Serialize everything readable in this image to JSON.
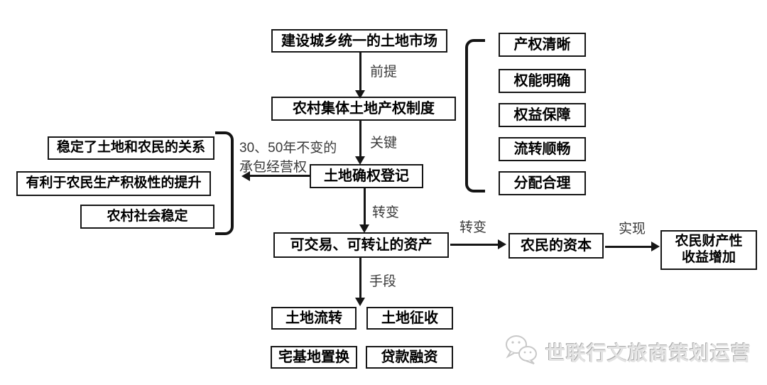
{
  "canvas": {
    "background": "#ffffff",
    "line_color": "#161616"
  },
  "nodes": {
    "land_market": "建设城乡统一的土地市场",
    "property_system": "农村集体土地产权制度",
    "registration": "土地确权登记",
    "tradable_asset": "可交易、可转让的资产",
    "farmer_capital": "农民的资本",
    "income_line1": "农民财产性",
    "income_line2": "收益增加",
    "left_outcomes": [
      "稳定了土地和农民的关系",
      "有利于农民生产积极性的提升",
      "农村社会稳定"
    ],
    "right_principles": [
      "产权清晰",
      "权能明确",
      "权益保障",
      "流转顺畅",
      "分配合理"
    ],
    "means_boxes": [
      "土地流转",
      "土地征收",
      "宅基地置换",
      "贷款融资"
    ]
  },
  "labels": {
    "premise": "前提",
    "key": "关键",
    "transform_down": "转变",
    "transform_right": "转变",
    "realize": "实现",
    "means": "手段",
    "tenure_line1": "30、50年不变的",
    "tenure_line2": "承包经营权"
  },
  "watermark": {
    "text": "世联行文旅商策划运营"
  }
}
